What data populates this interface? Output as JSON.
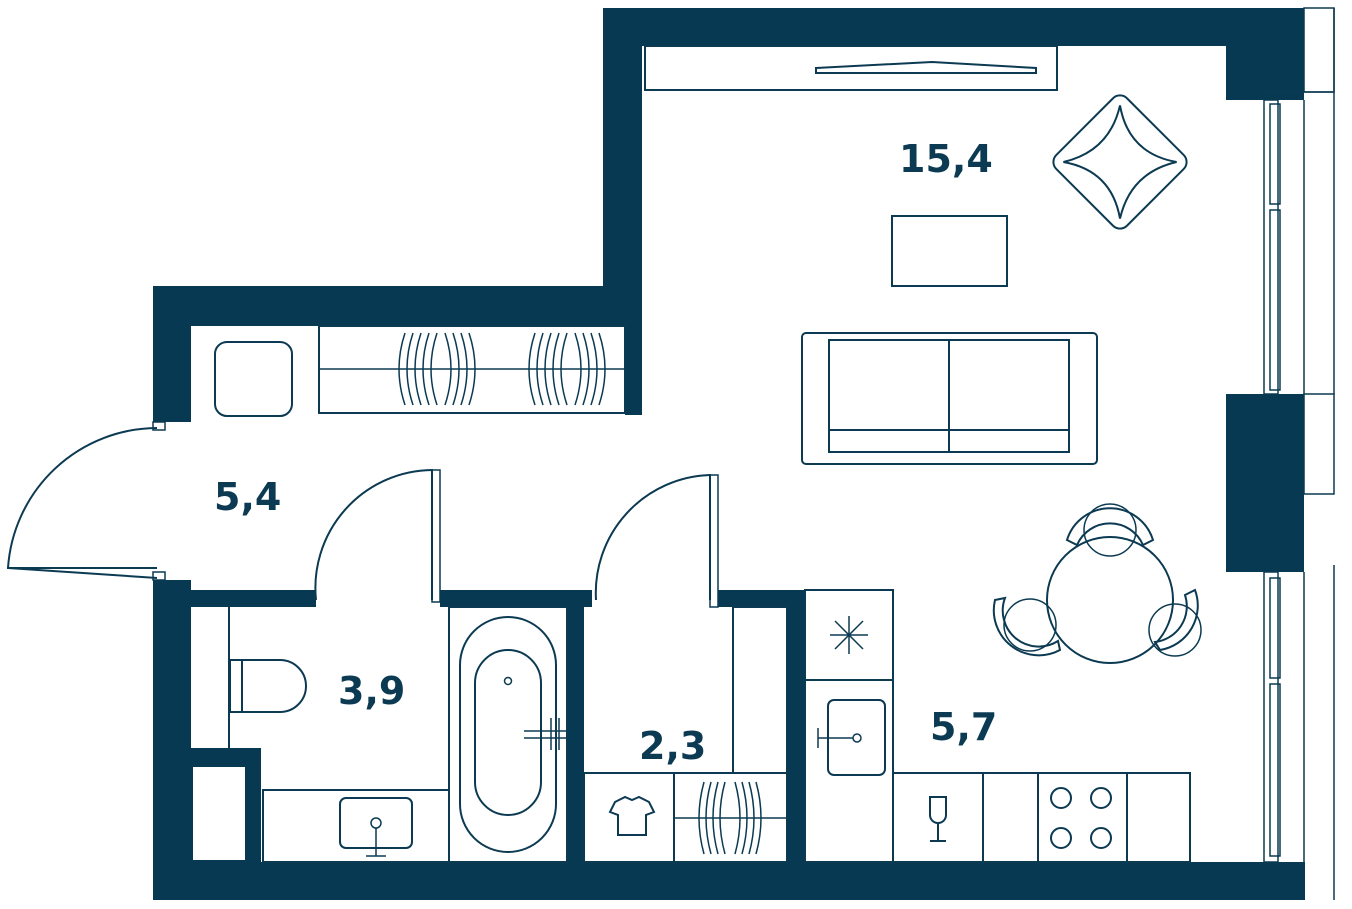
{
  "rooms": [
    {
      "id": "living",
      "area": "15,4"
    },
    {
      "id": "hall",
      "area": "5,4"
    },
    {
      "id": "bathroom",
      "area": "3,9"
    },
    {
      "id": "wardrobe",
      "area": "2,3"
    },
    {
      "id": "kitchen",
      "area": "5,7"
    }
  ],
  "colors": {
    "wall": "#073a52",
    "line": "#0b3a52",
    "background": "#ffffff"
  },
  "icons": [
    "sofa-icon",
    "armchair-icon",
    "coffee-table-icon",
    "dining-table-icon",
    "toilet-icon",
    "bathtub-icon",
    "sink-icon",
    "wardrobe-hangers-icon",
    "tshirt-icon",
    "stove-icon",
    "wine-glass-icon",
    "fridge-icon",
    "window-icon",
    "door-icon"
  ]
}
